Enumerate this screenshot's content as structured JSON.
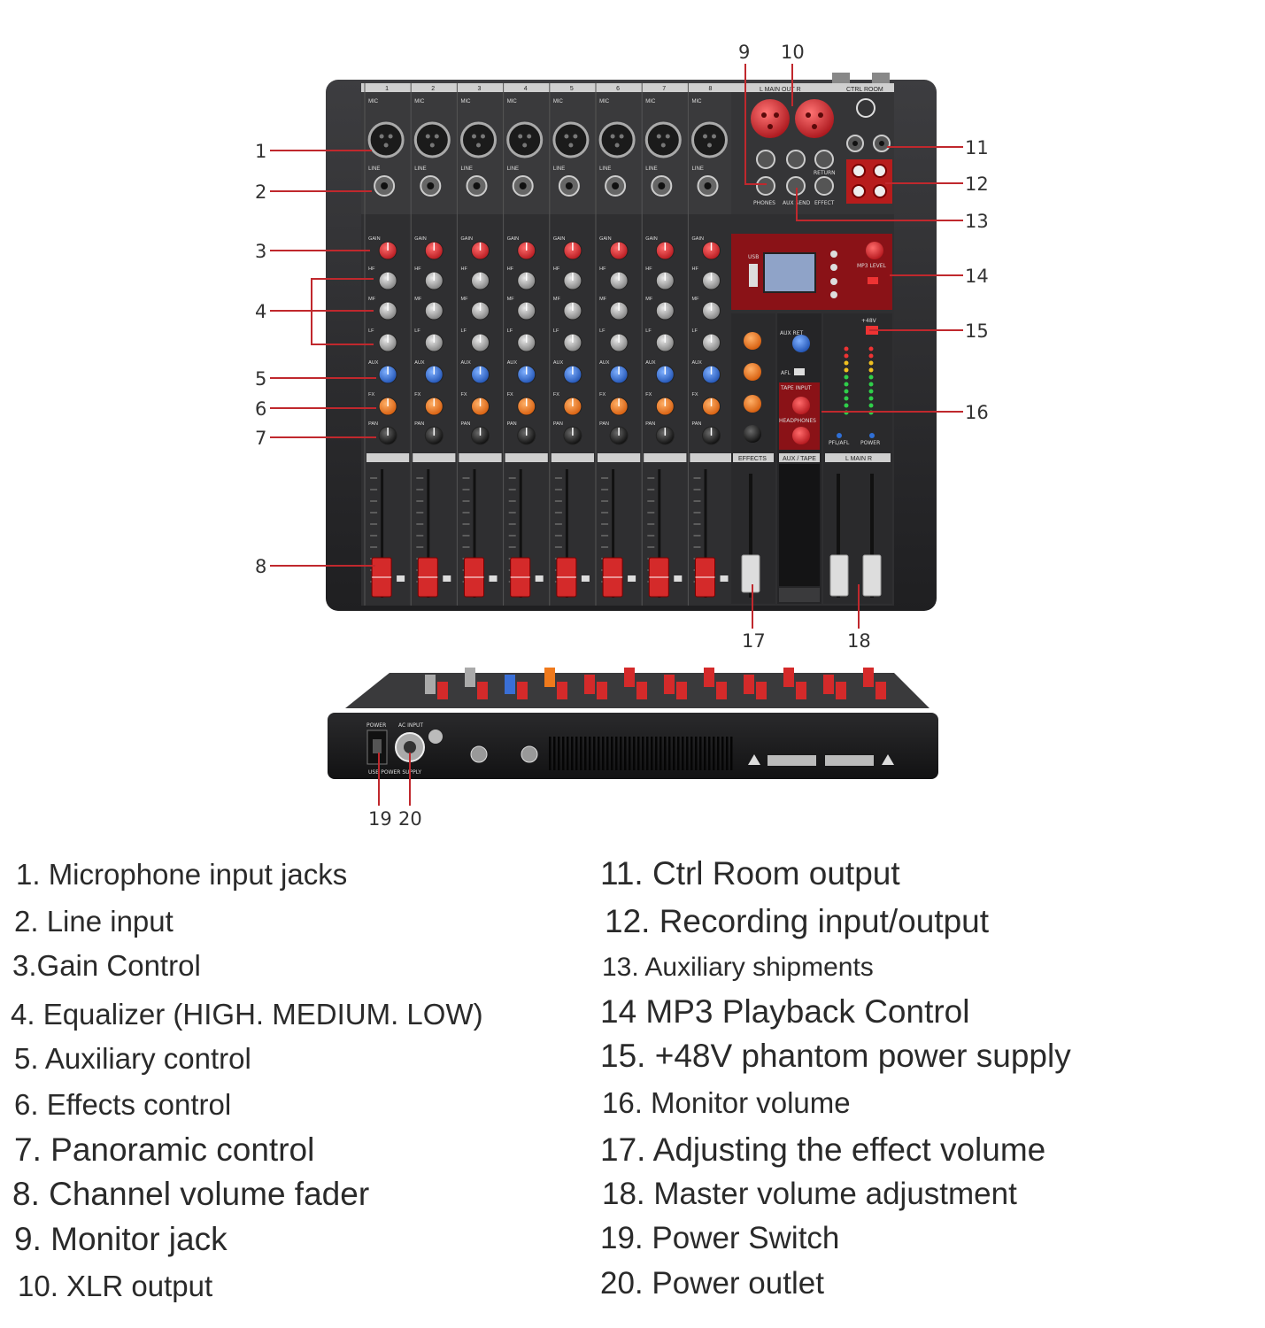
{
  "mixer": {
    "channel_numbers": [
      "1",
      "2",
      "3",
      "4",
      "5",
      "6",
      "7",
      "8"
    ],
    "channel_labels": {
      "mic": "MIC",
      "line": "LINE",
      "gain": "GAIN",
      "hf": "HF",
      "mf": "MF",
      "lf": "LF",
      "aux": "AUX",
      "fx": "FX",
      "pan": "PAN"
    },
    "main_out_label": "L MAIN OUT R",
    "ctrl_room_label": "CTRL ROOM",
    "phones_label": "PHONES",
    "aux_send_label": "AUX SEND",
    "effect_label": "EFFECT",
    "return_label": "RETURN",
    "mp3_level_label": "MP3 LEVEL",
    "phantom_label": "+48V",
    "effects_label": "EFFECTS",
    "aux_tape_label": "AUX / TAPE",
    "main_section_label": "L MAIN R",
    "tape_input_label": "TAPE INPUT",
    "headphones_label": "HEADPHONES",
    "pfl_afl_label": "PFL/AFL",
    "power_label": "POWER",
    "usb_label": "USB",
    "afl_label": "AFL",
    "aux_ret_label": "AUX RET",
    "rear_power_label": "POWER",
    "rear_ac_input_label": "AC INPUT",
    "rear_supply_label": "USB POWER SUPPLY"
  },
  "callouts": [
    "1",
    "2",
    "3",
    "4",
    "5",
    "6",
    "7",
    "8",
    "9",
    "10",
    "11",
    "12",
    "13",
    "14",
    "15",
    "16",
    "17",
    "18",
    "19",
    "20"
  ],
  "legend_left": [
    "1. Microphone input jacks",
    "2. Line input",
    "3.Gain Control",
    "4. Equalizer (HIGH. MEDIUM. LOW)",
    "5. Auxiliary control",
    "6. Effects control",
    "7. Panoramic control",
    "8. Channel volume fader",
    "9. Monitor jack",
    "10. XLR output"
  ],
  "legend_right": [
    "11. Ctrl Room output",
    "12. Recording input/output",
    "13. Auxiliary shipments",
    "14 MP3 Playback Control",
    "15. +48V phantom power supply",
    "16. Monitor volume",
    "17. Adjusting the effect volume",
    "18. Master volume adjustment",
    "19. Power Switch",
    "20. Power outlet"
  ],
  "colors": {
    "gain_knob": "#d8232a",
    "eq_knob": "#9a9a9a",
    "aux_knob": "#2f6fd6",
    "fx_knob": "#f07a1c",
    "pan_knob": "#1a1a1a",
    "fader_cap": "#d42a2a",
    "panel": "#2c2c2e",
    "leader_line": "#c0282d"
  }
}
